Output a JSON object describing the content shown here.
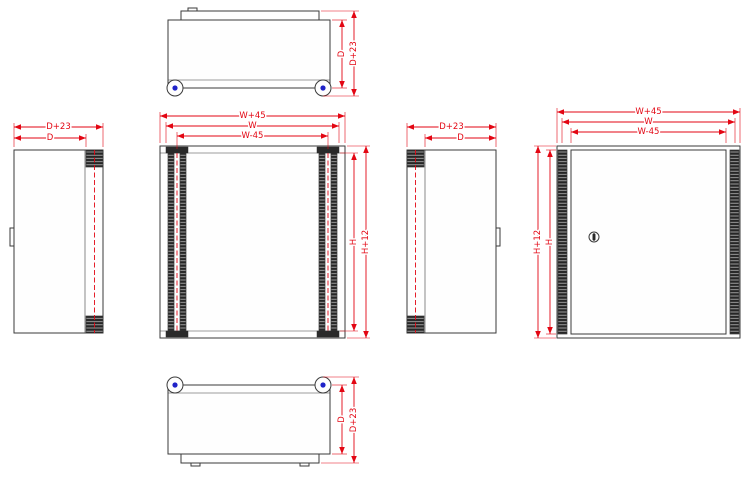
{
  "drawing": {
    "description": "Dimensional drawing of a wall-mount enclosure, six orthographic views",
    "colors": {
      "dimension": "#e30613",
      "outline": "#3a3a3a",
      "marker_blue": "#1f22c8",
      "background": "#ffffff"
    },
    "views": {
      "top": {
        "dims": {
          "d": "D",
          "d_plus": "D+23"
        }
      },
      "left_side": {
        "dims": {
          "d_plus": "D+23",
          "d": "D"
        }
      },
      "front_open": {
        "dims": {
          "w_plus": "W+45",
          "w": "W",
          "w_minus": "W-45",
          "h": "H",
          "h_plus": "H+12"
        }
      },
      "right_side": {
        "dims": {
          "d_plus": "D+23",
          "d": "D"
        }
      },
      "front_door": {
        "dims": {
          "w_plus": "W+45",
          "w": "W",
          "w_minus": "W-45",
          "h_plus": "H+12",
          "h": "H"
        }
      },
      "bottom": {
        "dims": {
          "d": "D",
          "d_plus": "D+23"
        }
      }
    }
  }
}
